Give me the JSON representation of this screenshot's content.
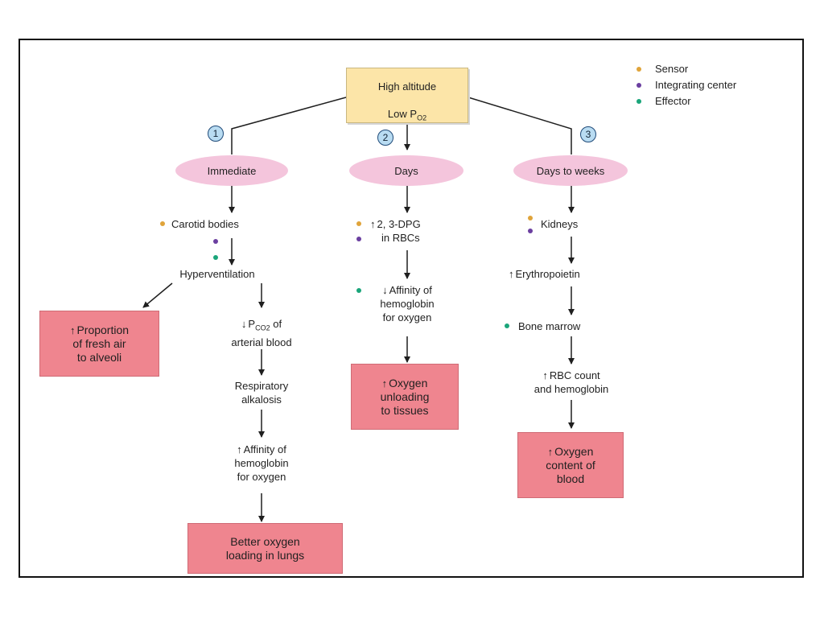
{
  "diagram": {
    "top_box": {
      "line1": "High altitude",
      "line2_main": "Low P",
      "line2_sub": "O2"
    },
    "legend": [
      {
        "label": "Sensor",
        "color": "#e0a43a"
      },
      {
        "label": "Integrating center",
        "color": "#6b3fa0"
      },
      {
        "label": "Effector",
        "color": "#1aa57a"
      }
    ],
    "branches": [
      {
        "number": "1",
        "timescale": "Immediate"
      },
      {
        "number": "2",
        "timescale": "Days"
      },
      {
        "number": "3",
        "timescale": "Days to weeks"
      }
    ],
    "immediate": {
      "sensor": "Carotid bodies",
      "response": "Hyperventilation",
      "result_air": "Proportion\nof fresh air\nto alveoli",
      "pco2_main": "P",
      "pco2_sub": "CO2",
      "pco2_rest": " of",
      "pco2_line2": "arterial blood",
      "alkalosis": "Respiratory\nalkalosis",
      "affinity_up": "Affinity of\nhemoglobin\nfor oxygen",
      "result_loading": "Better oxygen\nloading in lungs"
    },
    "days": {
      "dpg": "2, 3-DPG",
      "dpg_line2": "in RBCs",
      "affinity_down": "Affinity of\nhemoglobin\nfor oxygen",
      "result_unloading": "Oxygen\nunloading\nto tissues"
    },
    "weeks": {
      "kidneys": "Kidneys",
      "epo": "Erythropoietin",
      "marrow": "Bone marrow",
      "rbc": "RBC count\nand hemoglobin",
      "result_content": "Oxygen\ncontent of\nblood"
    }
  }
}
